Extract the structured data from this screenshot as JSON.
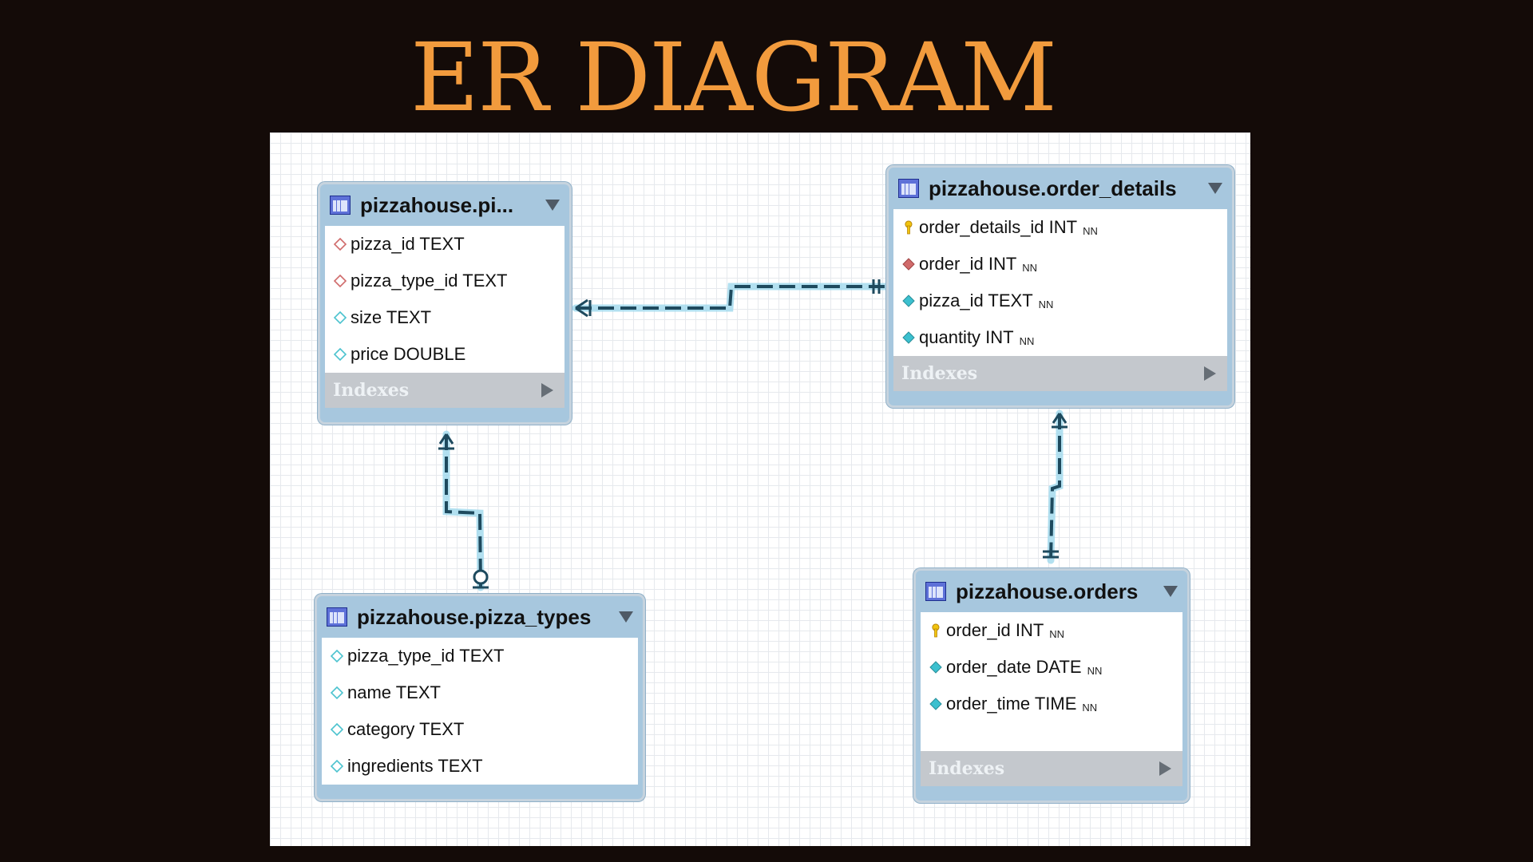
{
  "title": "ER DIAGRAM",
  "tables": {
    "pizzas": {
      "name": "pizzahouse.pi...",
      "columns": [
        {
          "name": "pizza_id TEXT",
          "key": "fk"
        },
        {
          "name": "pizza_type_id TEXT",
          "key": "fk"
        },
        {
          "name": "size TEXT",
          "key": "none"
        },
        {
          "name": "price DOUBLE",
          "key": "none"
        }
      ],
      "indexes_label": "Indexes"
    },
    "order_details": {
      "name": "pizzahouse.order_details",
      "columns": [
        {
          "name": "order_details_id INT",
          "nn": "NN",
          "key": "pk"
        },
        {
          "name": "order_id INT",
          "nn": "NN",
          "key": "fk-nn"
        },
        {
          "name": "pizza_id TEXT",
          "nn": "NN",
          "key": "nn"
        },
        {
          "name": "quantity INT",
          "nn": "NN",
          "key": "nn"
        }
      ],
      "indexes_label": "Indexes"
    },
    "pizza_types": {
      "name": "pizzahouse.pizza_types",
      "columns": [
        {
          "name": "pizza_type_id TEXT",
          "key": "none"
        },
        {
          "name": "name TEXT",
          "key": "none"
        },
        {
          "name": "category TEXT",
          "key": "none"
        },
        {
          "name": "ingredients TEXT",
          "key": "none"
        }
      ]
    },
    "orders": {
      "name": "pizzahouse.orders",
      "columns": [
        {
          "name": "order_id INT",
          "nn": "NN",
          "key": "pk"
        },
        {
          "name": "order_date DATE",
          "nn": "NN",
          "key": "nn"
        },
        {
          "name": "order_time TIME",
          "nn": "NN",
          "key": "nn"
        }
      ],
      "indexes_label": "Indexes"
    }
  },
  "relationships": [
    {
      "from": "pizzas",
      "to": "order_details",
      "from_end": "one-or-many",
      "to_end": "exactly-one"
    },
    {
      "from": "pizzas",
      "to": "pizza_types",
      "from_end": "one-or-many",
      "to_end": "zero-or-one"
    },
    {
      "from": "order_details",
      "to": "orders",
      "from_end": "one-or-many",
      "to_end": "exactly-one"
    }
  ],
  "colors": {
    "background": "#140b08",
    "title": "#f29b3d",
    "table_header": "#a7c7de",
    "connector": "#1e4a5e",
    "connector_glow": "#9fd8ec",
    "pk_key": "#f1c40f",
    "fk_marker": "#d06b6b",
    "nn_marker": "#3cc0cf"
  }
}
